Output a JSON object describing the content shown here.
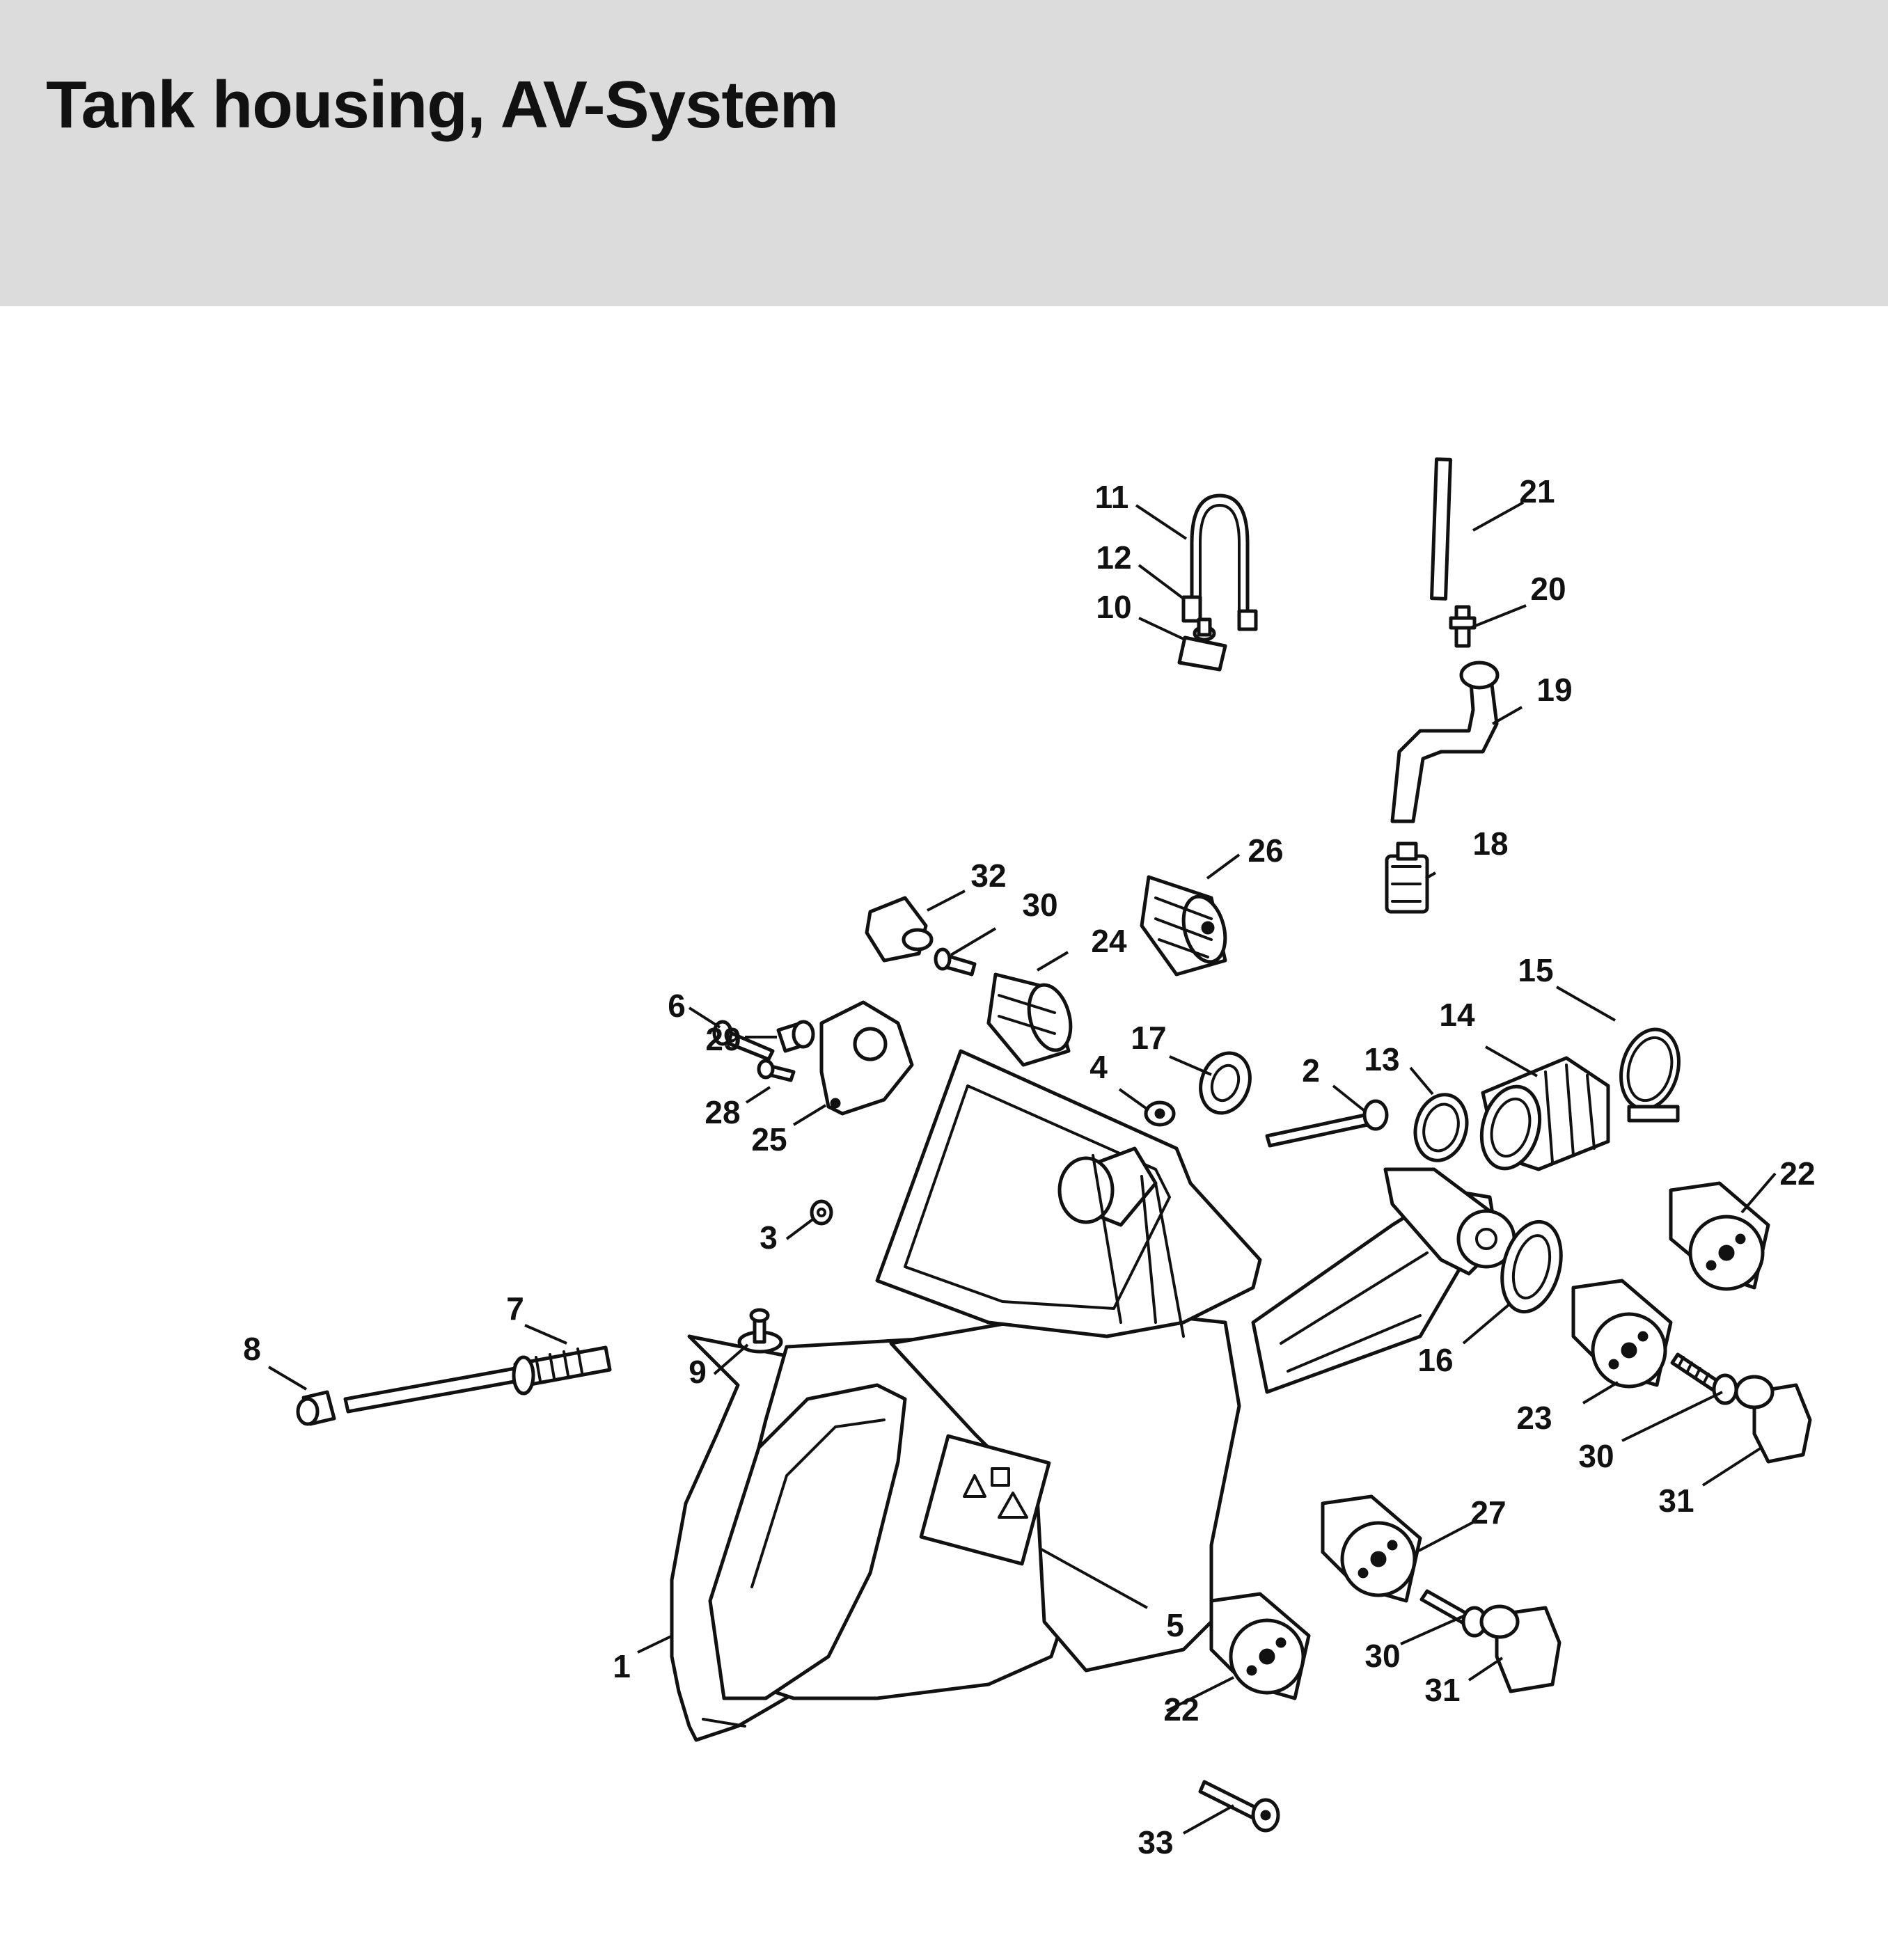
{
  "header": {
    "title": "Tank housing, AV-System",
    "background": "#dcdcdc"
  },
  "callouts": [
    {
      "id": "c1",
      "label": "1"
    },
    {
      "id": "c2",
      "label": "2"
    },
    {
      "id": "c3",
      "label": "3"
    },
    {
      "id": "c4",
      "label": "4"
    },
    {
      "id": "c5",
      "label": "5"
    },
    {
      "id": "c6",
      "label": "6"
    },
    {
      "id": "c7",
      "label": "7"
    },
    {
      "id": "c8",
      "label": "8"
    },
    {
      "id": "c9",
      "label": "9"
    },
    {
      "id": "c10",
      "label": "10"
    },
    {
      "id": "c11",
      "label": "11"
    },
    {
      "id": "c12",
      "label": "12"
    },
    {
      "id": "c13",
      "label": "13"
    },
    {
      "id": "c14",
      "label": "14"
    },
    {
      "id": "c15",
      "label": "15"
    },
    {
      "id": "c16",
      "label": "16"
    },
    {
      "id": "c17",
      "label": "17"
    },
    {
      "id": "c18",
      "label": "18"
    },
    {
      "id": "c19",
      "label": "19"
    },
    {
      "id": "c20",
      "label": "20"
    },
    {
      "id": "c21",
      "label": "21"
    },
    {
      "id": "c22a",
      "label": "22"
    },
    {
      "id": "c22b",
      "label": "22"
    },
    {
      "id": "c23",
      "label": "23"
    },
    {
      "id": "c24",
      "label": "24"
    },
    {
      "id": "c25",
      "label": "25"
    },
    {
      "id": "c26",
      "label": "26"
    },
    {
      "id": "c27",
      "label": "27"
    },
    {
      "id": "c28",
      "label": "28"
    },
    {
      "id": "c29",
      "label": "29"
    },
    {
      "id": "c30a",
      "label": "30"
    },
    {
      "id": "c30b",
      "label": "30"
    },
    {
      "id": "c30c",
      "label": "30"
    },
    {
      "id": "c31a",
      "label": "31"
    },
    {
      "id": "c31b",
      "label": "31"
    },
    {
      "id": "c32",
      "label": "32"
    },
    {
      "id": "c33",
      "label": "33"
    }
  ]
}
